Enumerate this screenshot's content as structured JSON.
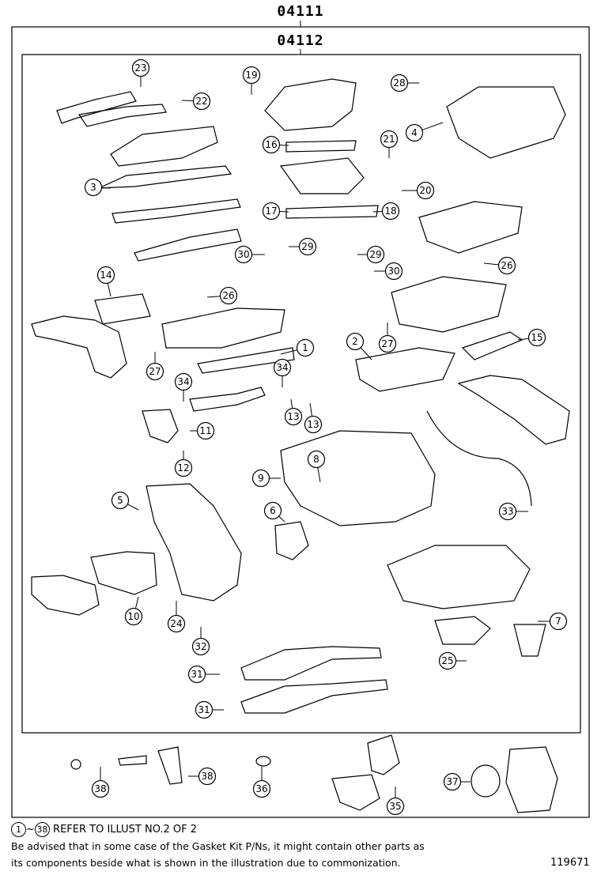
{
  "kit": {
    "outer_number": "04111",
    "inner_number": "04112"
  },
  "callouts": [
    "1",
    "2",
    "3",
    "4",
    "5",
    "6",
    "7",
    "8",
    "9",
    "10",
    "11",
    "12",
    "13",
    "13",
    "14",
    "15",
    "16",
    "17",
    "18",
    "19",
    "20",
    "21",
    "22",
    "23",
    "24",
    "25",
    "26",
    "26",
    "27",
    "27",
    "28",
    "29",
    "29",
    "30",
    "30",
    "31",
    "31",
    "32",
    "33",
    "34",
    "34",
    "35",
    "36",
    "37",
    "38",
    "38"
  ],
  "footnote": {
    "range_start": "1",
    "range_sep": "~",
    "range_end": "38",
    "refer_text": "REFER TO ILLUST NO.2 OF 2",
    "advice_line1": "Be advised that in some case of the Gasket Kit P/Ns,  it might contain other parts as",
    "advice_line2": "its components beside what is shown in the illustration due to commonization."
  },
  "illustration_number": "119671"
}
